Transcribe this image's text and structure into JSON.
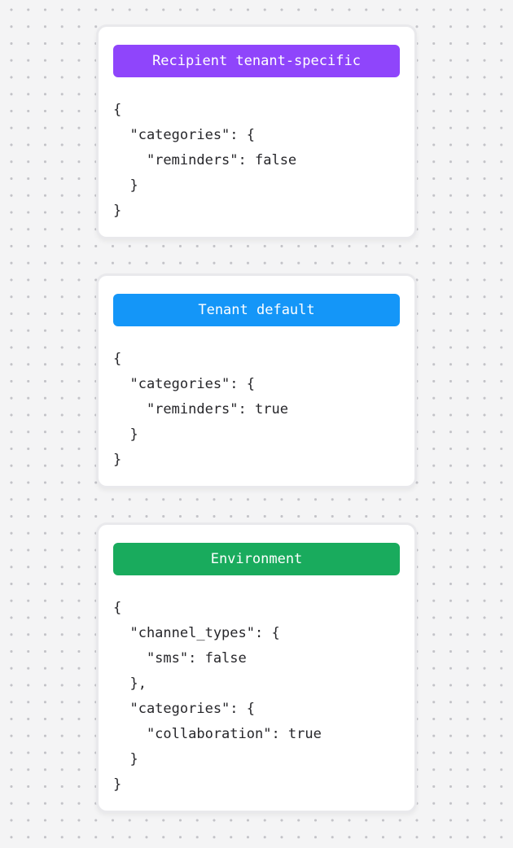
{
  "colors": {
    "background": "#f4f4f5",
    "dot": "#c3c3c8",
    "card_background": "#ffffff",
    "card_border": "#e9e9ec",
    "code_text": "#26262a",
    "badge_text": "#ffffff",
    "badge_purple": "#8f45fb",
    "badge_blue": "#1496f8",
    "badge_green": "#19ab5d"
  },
  "cards": [
    {
      "badge": {
        "label": "Recipient tenant-specific",
        "color": "#8f45fb"
      },
      "code": "{\n  \"categories\": {\n    \"reminders\": false\n  }\n}"
    },
    {
      "badge": {
        "label": "Tenant default",
        "color": "#1496f8"
      },
      "code": "{\n  \"categories\": {\n    \"reminders\": true\n  }\n}"
    },
    {
      "badge": {
        "label": "Environment",
        "color": "#19ab5d"
      },
      "code": "{\n  \"channel_types\": {\n    \"sms\": false\n  },\n  \"categories\": {\n    \"collaboration\": true\n  }\n}"
    }
  ]
}
